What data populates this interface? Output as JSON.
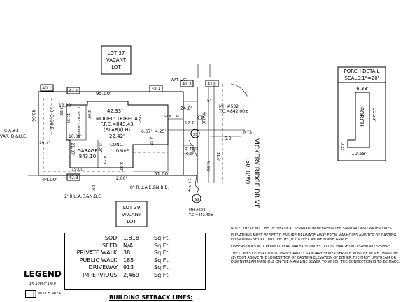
{
  "lots": {
    "top": [
      "LOT 37",
      "VACANT",
      "LOT"
    ],
    "bottom": [
      "LOT 39",
      "VACANT",
      "LOT"
    ]
  },
  "porch_detail": {
    "title": "PORCH DETAIL",
    "scale": "SCALE:1\"=20'",
    "dim_top": "6.33'",
    "dim_side": "22.33'",
    "dim_bottom": "10.58'",
    "dim_small": "0.33'",
    "label": "PORCH"
  },
  "plan_labels": {
    "elev_40_1": "40.1",
    "elev_42_1_a": "42.1",
    "elev_42_1_b": "42.1",
    "elev_41_3": "41.3",
    "elev_41_1": "41.1",
    "elev_42_3": "42.3",
    "dim_95": "95.00'",
    "dim_42_33": "42.33'",
    "dim_24": "24.0'",
    "dim_10": "10.00'",
    "dim_13_95": "13.95'",
    "dim_13_96": "13.96'",
    "dim_43_66": "43.66'",
    "dim_16_7": "16.7'",
    "dim_10_due": "10' D.&U.E.",
    "ca": "C.A.#3",
    "var_due": "VAR. D.&U.E.",
    "covered_porch": "COVERED PORCH",
    "dim_2_00_a": "2.00'",
    "model": "MODEL: TRIBECA",
    "ffe": "F.F.E.=843.43",
    "slab": "(SLAB)(LH)",
    "dim_22_42": "22.42'",
    "dim_6_67": "6.67'",
    "dim_4_25": "4.25'",
    "dim_17_67": "17.67'",
    "dim_4_67": "4.67'",
    "wat_lat": "WAT. LAT.",
    "san_lat": "SAN. LAT.",
    "walk": "WALK",
    "dim_5": "5'",
    "dim_17_7": "17.7'",
    "mh_502": "MH #502",
    "tc_502": "T.C.=842.00±",
    "nys": "NYS",
    "dim_5_0": "5.0'",
    "dim_11_6": "11.6'",
    "dim_10_00_b": "10.00'",
    "dim_21_87": "21.87'",
    "garage": "GARAGE",
    "garage_elev": "843.10",
    "dim_19_67": "19.67'",
    "dim_0_33": "0.33'",
    "conc_drive": "CONC. DRIVE",
    "dim_19_00": "19.00'",
    "dim_2_00_b": "2.00'",
    "dim_2_00_c": "2.00'",
    "dim_51": "51.00'",
    "dim_8_type": "8\" TYPE",
    "co": "C.O.",
    "dim_41_66": "41.66'",
    "dim_44": "44.00'",
    "dim_2_0": "2.0'",
    "rue_8": "8\" R.U.A.E.&N.B.E.",
    "rue_2": "2' R.U.A.E.&N.B.E.",
    "dim_22_3": "22.3'±",
    "mh_503": "MH #503",
    "tc_503": "T.C.=842.40±",
    "road": "VICKERY RIDGE DRIVE",
    "row": "(50' R/W)",
    "ss": "SS"
  },
  "stats": [
    {
      "label": "SOD:",
      "value": "1,818",
      "unit": "Sq.Ft."
    },
    {
      "label": "SEED:",
      "value": "N/A",
      "unit": "Sq.Ft."
    },
    {
      "label": "PRIVATE WALK:",
      "value": "38",
      "unit": "Sq.Ft."
    },
    {
      "label": "PUBLIC WALK:",
      "value": "185",
      "unit": "Sq.Ft."
    },
    {
      "label": "DRIVEWAY:",
      "value": "913",
      "unit": "Sq.Ft."
    },
    {
      "label": "IMPERVIOUS:",
      "value": "2,469",
      "unit": "Sq.Ft."
    }
  ],
  "notes": [
    "Note: There will be 18\" vertical separation between the sanitary and water lines.",
    "Elevations must be set to ensure drainage away from manholes and top of casting elevations set at two tenths (0.20) feet above finish grade.",
    "Fishers does not permit clear water sources to discharge into sanitary sewers.",
    "The lowest elevation to have gravity sanitary sewer service must be more than one (1) foot above the lowest top of casting elevation of either the first upstream or downstream manhole on the main line sewer to which the connection is to be made."
  ],
  "legend": {
    "title": "LEGEND",
    "subtitle": "AS APPLICABLE",
    "mulch": "MULCH AREA"
  },
  "setback_title": "BUILDING SETBACK LINES:"
}
